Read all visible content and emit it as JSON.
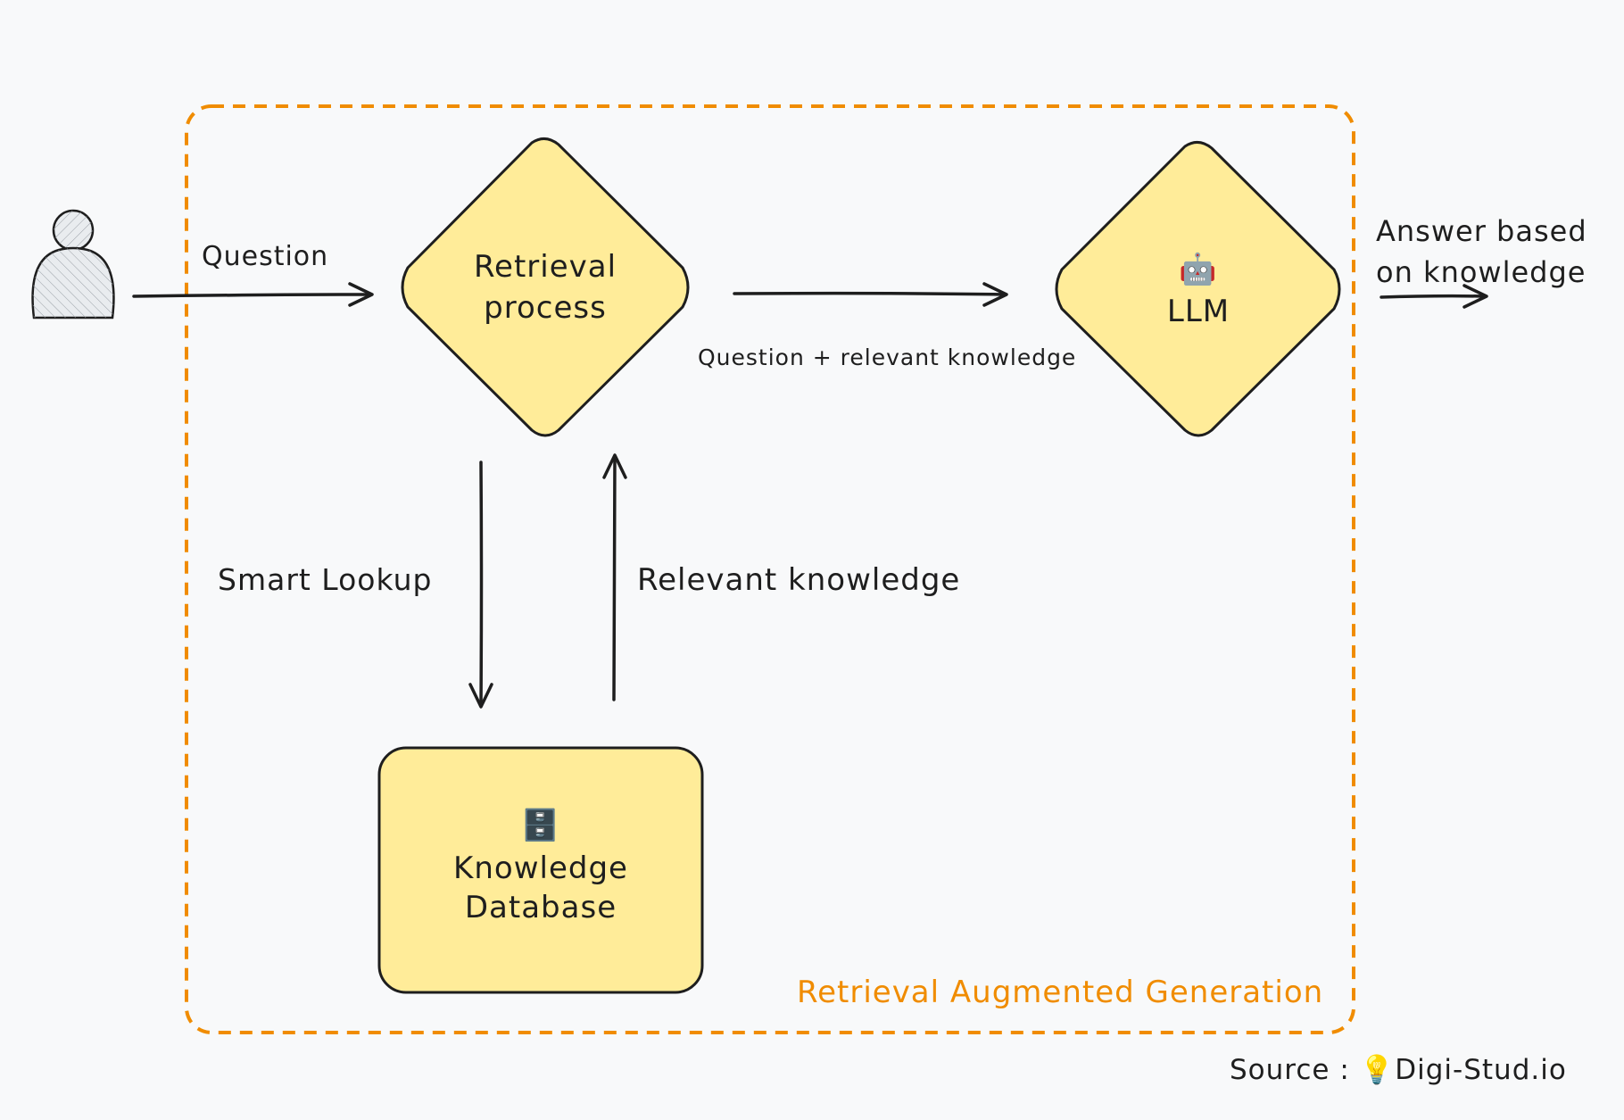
{
  "colors": {
    "background": "#f8f9fa",
    "frame": "#f08c00",
    "node_fill": "#ffec99",
    "stroke": "#1e1e1e",
    "person_fill": "#e9ecef"
  },
  "diagram": {
    "user": {
      "icon": "person-icon"
    },
    "edge_question": "Question",
    "retrieval_node": {
      "line1": "Retrieval",
      "line2": "process"
    },
    "edge_question_knowledge": "Question + relevant knowledge",
    "llm_node": {
      "icon_glyph": "🤖",
      "label": "LLM"
    },
    "output_line1": "Answer based",
    "output_line2": "on knowledge",
    "edge_smart_lookup": "Smart Lookup",
    "edge_relevant_knowledge": "Relevant knowledge",
    "database_node": {
      "icon_glyph": "🗄️",
      "line1": "Knowledge",
      "line2": "Database"
    },
    "frame_title": "Retrieval Augmented Generation",
    "source_label": "Source :",
    "source_icon_glyph": "💡",
    "source_name": "Digi-Stud.io"
  }
}
